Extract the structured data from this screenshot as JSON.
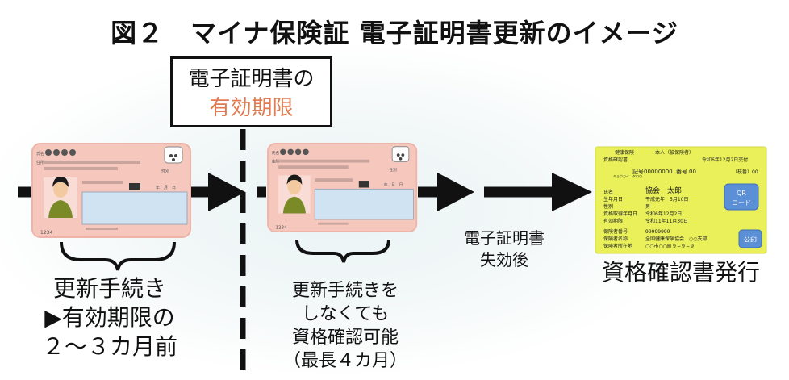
{
  "title": "図２　マイナ保険証 電子証明書更新のイメージ",
  "validity_box": {
    "line1": "電子証明書の",
    "line2": "有効期限"
  },
  "label_left": [
    "更新手続き",
    "▶有効期限の",
    "２～３カ月前"
  ],
  "label_middle": [
    "更新手続きを",
    "しなくても",
    "資格確認可能",
    "（最長４カ月）"
  ],
  "label_expired": [
    "電子証明書",
    "失効後"
  ],
  "label_issue": "資格確認書発行",
  "card_number": "1234",
  "doc": {
    "header_left": "健康保険",
    "header_mid": "本人（被保険者）",
    "title": "資格確認書",
    "issued": "令和6年12月2日交付",
    "kigo_label": "記号",
    "kigo_value": "00000000",
    "bango_label": "番号",
    "bango_value": "00",
    "edaban": "（枝番）00",
    "name_label": "氏名",
    "name_value": "協会　太郎",
    "kana_value": "キョウカイ　タロウ",
    "dob_label": "生年月日",
    "dob_value": "平成元年　5月10日",
    "sex_label": "性別",
    "sex_value": "男",
    "acq_label": "資格取得年月日",
    "acq_value": "令和6年12月2日",
    "exp_label": "有効期限",
    "exp_value": "令和11年11月30日",
    "insurer_no_label": "保険者番号",
    "insurer_no_value": "99999999",
    "insurer_name_label": "保険者名称",
    "insurer_name_value": "全国健康保険協会　○○支部",
    "insurer_addr_label": "保険者所在地",
    "insurer_addr_value": "○○市○○町９−９−９",
    "qr_label_1": "QR",
    "qr_label_2": "コード",
    "seal_label": "公印"
  },
  "colors": {
    "card": "#f6c7bd",
    "doc": "#e9f05a",
    "accent": "#e07a52",
    "qr": "#5b8fd6"
  }
}
